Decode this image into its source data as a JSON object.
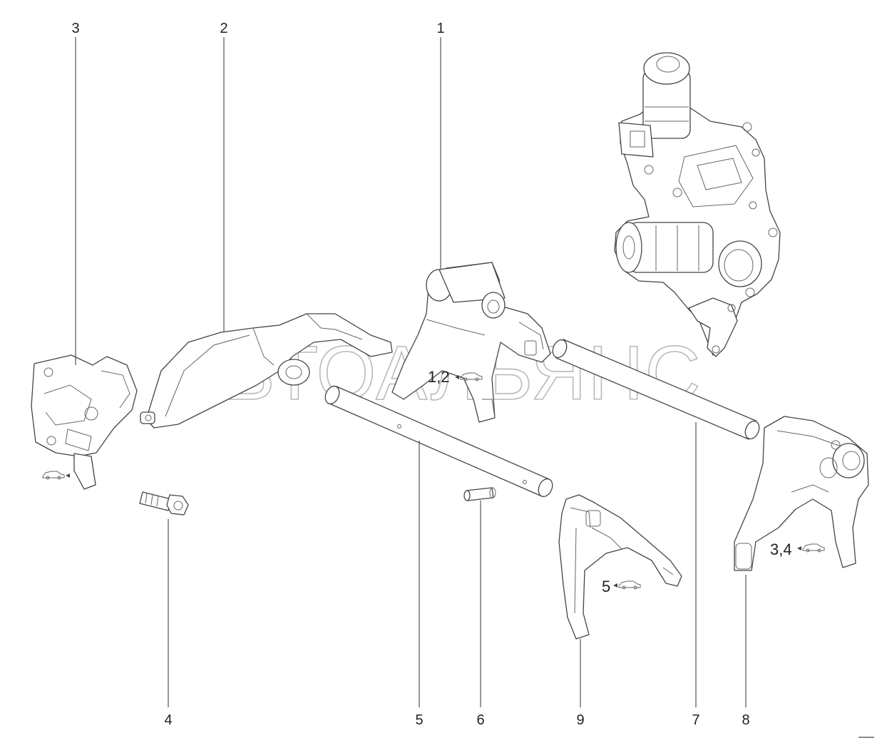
{
  "watermark": "АВТОАЛЬЯНС",
  "callouts": [
    {
      "number": "1"
    },
    {
      "number": "2"
    },
    {
      "number": "3"
    },
    {
      "number": "4"
    },
    {
      "number": "5"
    },
    {
      "number": "6"
    },
    {
      "number": "7"
    },
    {
      "number": "8"
    },
    {
      "number": "9"
    }
  ],
  "gear_labels": {
    "fork_1": "1,2",
    "fork_8": "3,4",
    "fork_9": "5"
  },
  "icons": [
    "car-direction-icon"
  ],
  "colors": {
    "line": "#444444",
    "watermark": "#b9b9b9",
    "background": "#ffffff"
  }
}
